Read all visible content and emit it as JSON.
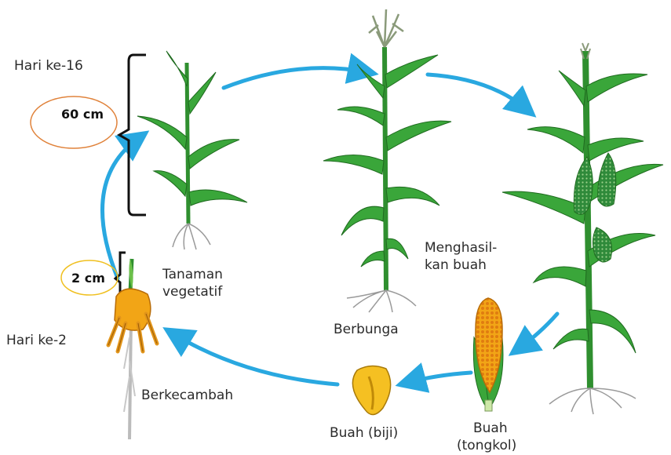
{
  "diagram": {
    "day_16": "Hari ke-16",
    "day_2": "Hari ke-2",
    "height_60": "60 cm",
    "height_2": "2 cm",
    "stages": {
      "germinating": "Berkecambah",
      "vegetative_line1": "Tanaman",
      "vegetative_line2": "vegetatif",
      "flowering": "Berbunga",
      "fruiting_line1": "Menghasil-",
      "fruiting_line2": "kan buah",
      "cob_line1": "Buah",
      "cob_line2": "(tongkol)",
      "seed": "Buah (biji)"
    },
    "colors": {
      "arrow": "#29a8e0",
      "leaf": "#3aa63a",
      "stem": "#2f8f2f",
      "kernel": "#f2a516",
      "seed_ellipse": "#f0c020",
      "label_ellipse": "#e0823a",
      "root": "#9a9a9a"
    }
  }
}
